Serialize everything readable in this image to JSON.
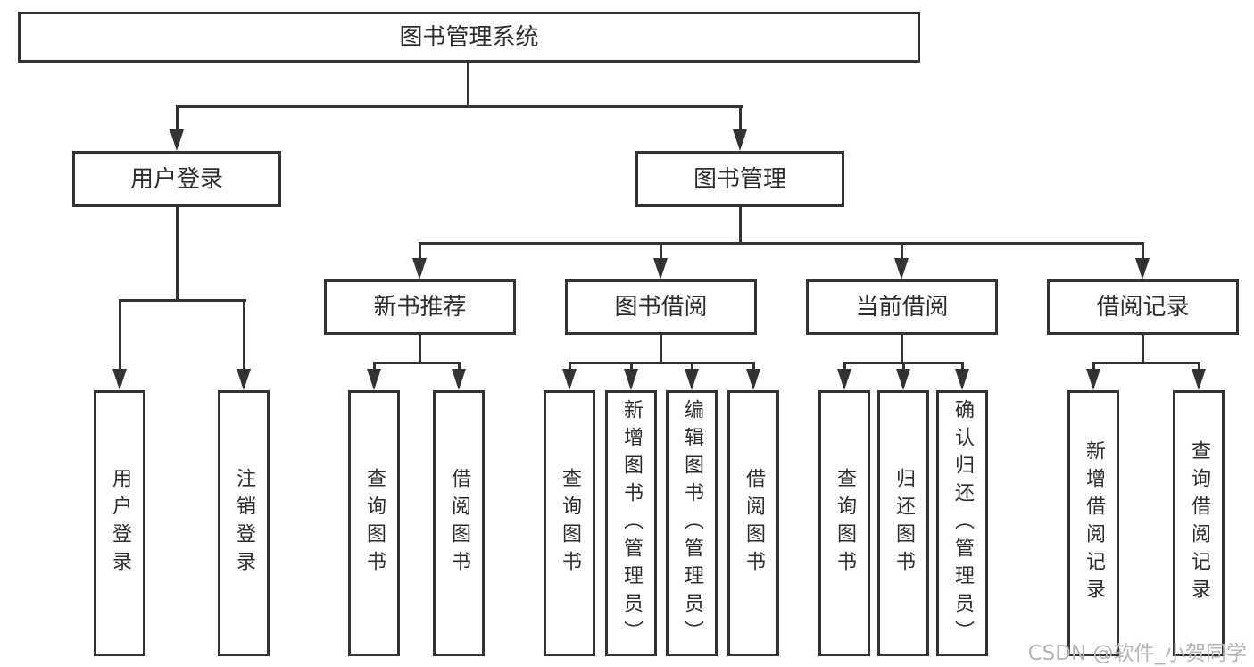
{
  "colors": {
    "line": "#333333",
    "text": "#2e2e2e",
    "watermark": "#b5b5b5",
    "background": "#ffffff"
  },
  "diagram": {
    "root": "图书管理系统",
    "level2": {
      "user_login": "用户登录",
      "book_mgmt": "图书管理"
    },
    "level3": {
      "new_books": "新书推荐",
      "book_borrow": "图书借阅",
      "current_borrow": "当前借阅",
      "borrow_records": "借阅记录"
    },
    "leaves": {
      "user_login": [
        "用户登录",
        "注销登录"
      ],
      "new_books": [
        "查询图书",
        "借阅图书"
      ],
      "book_borrow": [
        "查询图书",
        "新增图书（管理员）",
        "编辑图书（管理员）",
        "借阅图书"
      ],
      "current_borrow": [
        "查询图书",
        "归还图书",
        "确认归还（管理员）"
      ],
      "borrow_records": [
        "新增借阅记录",
        "查询借阅记录"
      ]
    }
  },
  "watermark": "CSDN @软件_小贺同学"
}
